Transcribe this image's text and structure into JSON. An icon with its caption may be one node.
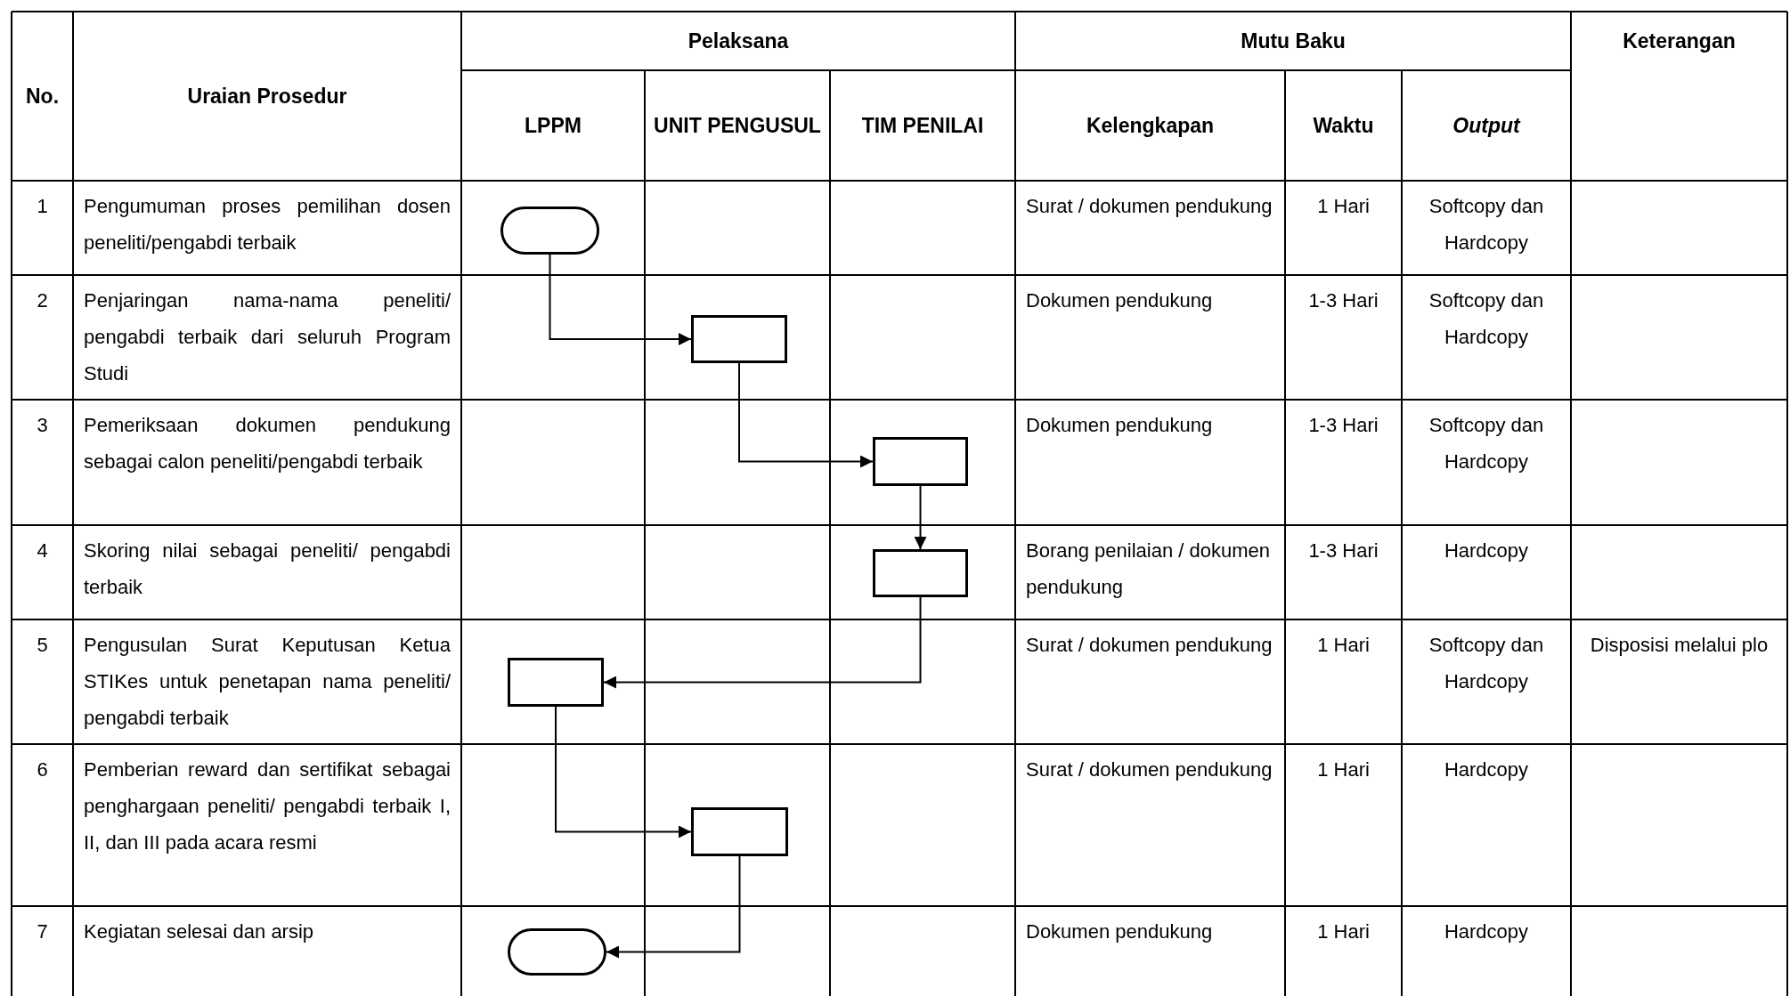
{
  "diagram": {
    "nodes": [
      {
        "text": [],
        "shape": "terminal"
      },
      {
        "text": [],
        "shape": "box"
      },
      {
        "text": [],
        "shape": "box"
      },
      {
        "text": [],
        "shape": "box"
      },
      {
        "text": [],
        "shape": "box"
      },
      {
        "text": [],
        "shape": "box"
      },
      {
        "text": [],
        "shape": "terminal"
      }
    ],
    "edges": [
      {
        "from": 0,
        "to": 1,
        "arrow": "to"
      },
      {
        "from": 1,
        "to": 2,
        "arrow": "to"
      },
      {
        "from": 2,
        "to": 3,
        "arrow": "to"
      },
      {
        "from": 3,
        "to": 4,
        "arrow": "to"
      },
      {
        "from": 4,
        "to": 5,
        "arrow": "to"
      },
      {
        "from": 5,
        "to": 6,
        "arrow": "to"
      }
    ],
    "labels": [
      "No.",
      "Uraian Prosedur",
      "Pelaksana",
      "Mutu Baku",
      "Keterangan",
      "LPPM",
      "UNIT PENGUSUL",
      "TIM PENILAI",
      "Kelengkapan",
      "Waktu",
      "Output",
      "1",
      "Pengumuman proses pemilihan dosen peneliti/pengabdi terbaik",
      "Surat / dokumen pendukung",
      "1 Hari",
      "Softcopy dan Hardcopy",
      "2",
      "Penjaringan nama-nama peneliti/ pengabdi terbaik dari seluruh Program Studi",
      "Dokumen pendukung",
      "1-3 Hari",
      "Softcopy dan Hardcopy",
      "3",
      "Pemeriksaan dokumen pendukung sebagai calon peneliti/pengabdi terbaik",
      "Dokumen pendukung",
      "1-3 Hari",
      "Softcopy dan Hardcopy",
      "4",
      "Skoring nilai sebagai peneliti/ pengabdi terbaik",
      "Borang penilaian / dokumen pendukung",
      "1-3 Hari",
      "Hardcopy",
      "5",
      "Pengusulan Surat Keputusan Ketua STIKes untuk penetapan nama peneliti/ pengabdi terbaik",
      "Surat / dokumen pendukung",
      "1 Hari",
      "Softcopy dan Hardcopy",
      "Disposisi melalui plo",
      "6",
      "Pemberian reward dan sertifikat sebagai penghargaan peneliti/ pengabdi terbaik I, II, dan III pada acara resmi",
      "Surat / dokumen pendukung",
      "1 Hari",
      "Hardcopy",
      "7",
      "Kegiatan selesai dan arsip",
      "Dokumen pendukung",
      "1 Hari",
      "Hardcopy"
    ]
  }
}
